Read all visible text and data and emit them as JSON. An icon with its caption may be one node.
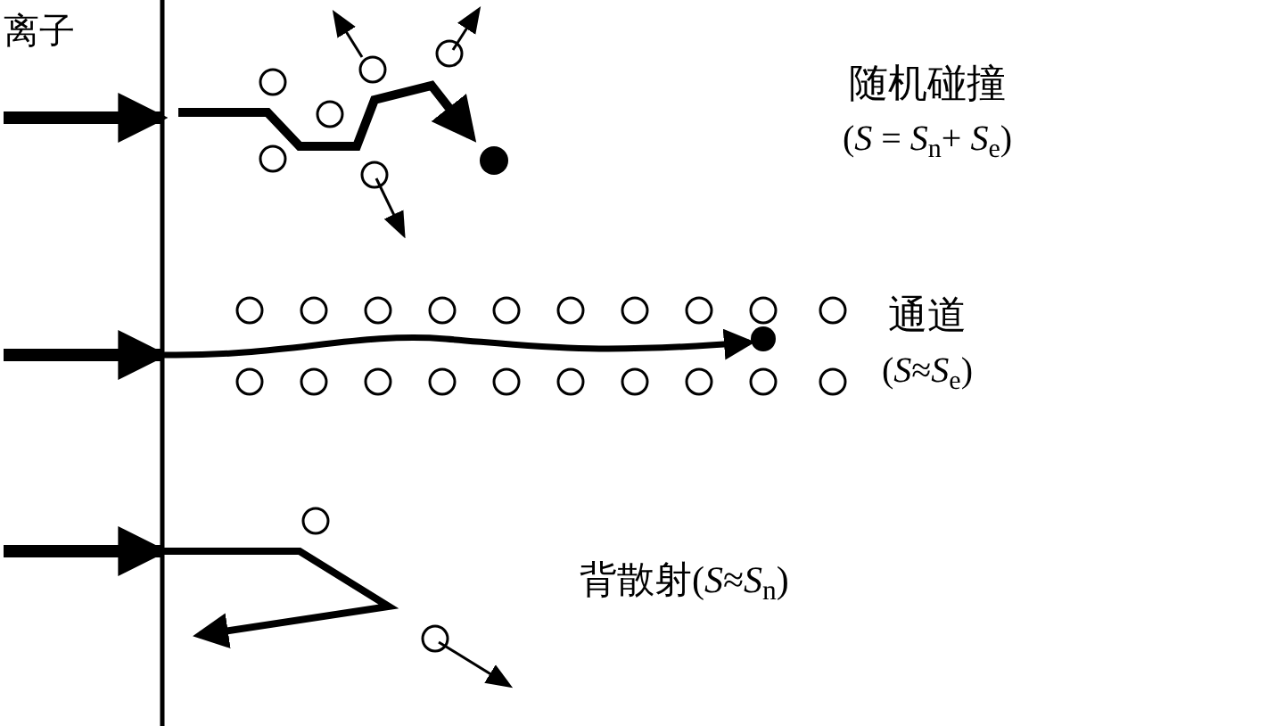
{
  "diagram": {
    "labels": [
      "离子",
      "随机碰撞",
      "(*S* = *S*$_{n}$+ *S*$_{e}$)",
      "通道",
      "(*S*≈*S*$_{e}$)",
      "背散射(*S*≈*S*$_{n}$)"
    ]
  }
}
